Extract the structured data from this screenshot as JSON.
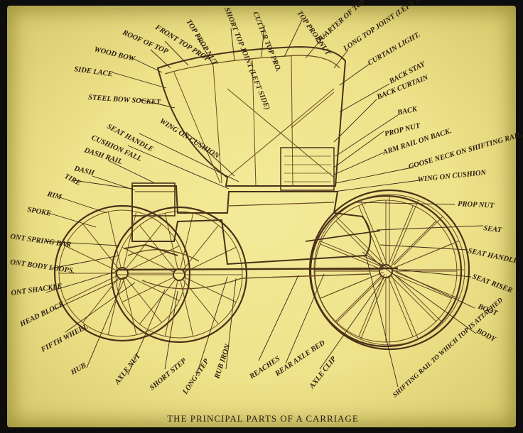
{
  "caption": "THE PRINCIPAL PARTS OF A CARRIAGE",
  "colors": {
    "paper": "#eee28a",
    "ink": "#3a2818",
    "frame": "#0d0d0d"
  },
  "labels": [
    {
      "id": "front-top-prop",
      "text": "FRONT TOP PROP"
    },
    {
      "id": "top-prop-nut",
      "text": "TOP PROP NUT"
    },
    {
      "id": "short-top-joint",
      "text": "SHORT TOP JOINT (LEFT SIDE)"
    },
    {
      "id": "cutter-top-pro",
      "text": "CUTTER TOP PRO."
    },
    {
      "id": "top-prop-nut-2",
      "text": "TOP PROP NUT"
    },
    {
      "id": "quarter-of-top",
      "text": "QUARTER OF TOP"
    },
    {
      "id": "roof-of-top",
      "text": "ROOF OF TOP"
    },
    {
      "id": "long-top-joint",
      "text": "LONG TOP JOINT (LEFT SIDE)"
    },
    {
      "id": "wood-bow",
      "text": "WOOD BOW"
    },
    {
      "id": "curtain-light",
      "text": "CURTAIN LIGHT."
    },
    {
      "id": "side-lace",
      "text": "SIDE LACE"
    },
    {
      "id": "back-stay",
      "text": "BACK STAY"
    },
    {
      "id": "steel-bow-socket",
      "text": "STEEL BOW SOCKET"
    },
    {
      "id": "back-curtain",
      "text": "BACK CURTAIN"
    },
    {
      "id": "back",
      "text": "BACK"
    },
    {
      "id": "wing-on-cushion",
      "text": "WING ON CUSHION"
    },
    {
      "id": "prop-nut",
      "text": "PROP NUT"
    },
    {
      "id": "seat-handle",
      "text": "SEAT HANDLE"
    },
    {
      "id": "arm-rail-on-back",
      "text": "ARM RAIL ON BACK."
    },
    {
      "id": "cushion-fall",
      "text": "CUSHION FALL"
    },
    {
      "id": "goose-neck",
      "text": "GOOSE NECK ON SHIFTING RAIL."
    },
    {
      "id": "dash-rail",
      "text": "DASH RAIL"
    },
    {
      "id": "wing-on-cushion-2",
      "text": "WING ON CUSHION"
    },
    {
      "id": "dash",
      "text": "DASH"
    },
    {
      "id": "tire",
      "text": "TIRE"
    },
    {
      "id": "prop-nut-2",
      "text": "PROP NUT"
    },
    {
      "id": "rim",
      "text": "RIM"
    },
    {
      "id": "spoke",
      "text": "SPOKE"
    },
    {
      "id": "seat",
      "text": "SEAT"
    },
    {
      "id": "front-spring-bar",
      "text": "ONT SPRING BAR"
    },
    {
      "id": "seat-handle-2",
      "text": "SEAT HANDLE"
    },
    {
      "id": "front-body-loops",
      "text": "ONT BODY LOOPS."
    },
    {
      "id": "seat-riser",
      "text": "SEAT RISER"
    },
    {
      "id": "front-shackle",
      "text": "ONT SHACKLE"
    },
    {
      "id": "boot",
      "text": "BOOT"
    },
    {
      "id": "head-block",
      "text": "HEAD BLOCK"
    },
    {
      "id": "body",
      "text": "BODY"
    },
    {
      "id": "fifth-wheel",
      "text": "FIFTH WHEEL"
    },
    {
      "id": "hub",
      "text": "HUB"
    },
    {
      "id": "axle-nut",
      "text": "AXLE NUT"
    },
    {
      "id": "short-step",
      "text": "SHORT STEP"
    },
    {
      "id": "long-step",
      "text": "LONG STEP"
    },
    {
      "id": "rub-iron",
      "text": "RUB IRON"
    },
    {
      "id": "reaches",
      "text": "REACHES"
    },
    {
      "id": "rear-axle-bed",
      "text": "REAR AXLE BED"
    },
    {
      "id": "axle-clip",
      "text": "AXLE CLIP"
    },
    {
      "id": "shifting-rail",
      "text": "SHIFTING RAIL TO WHICH TOP IS ATTACHED"
    }
  ]
}
